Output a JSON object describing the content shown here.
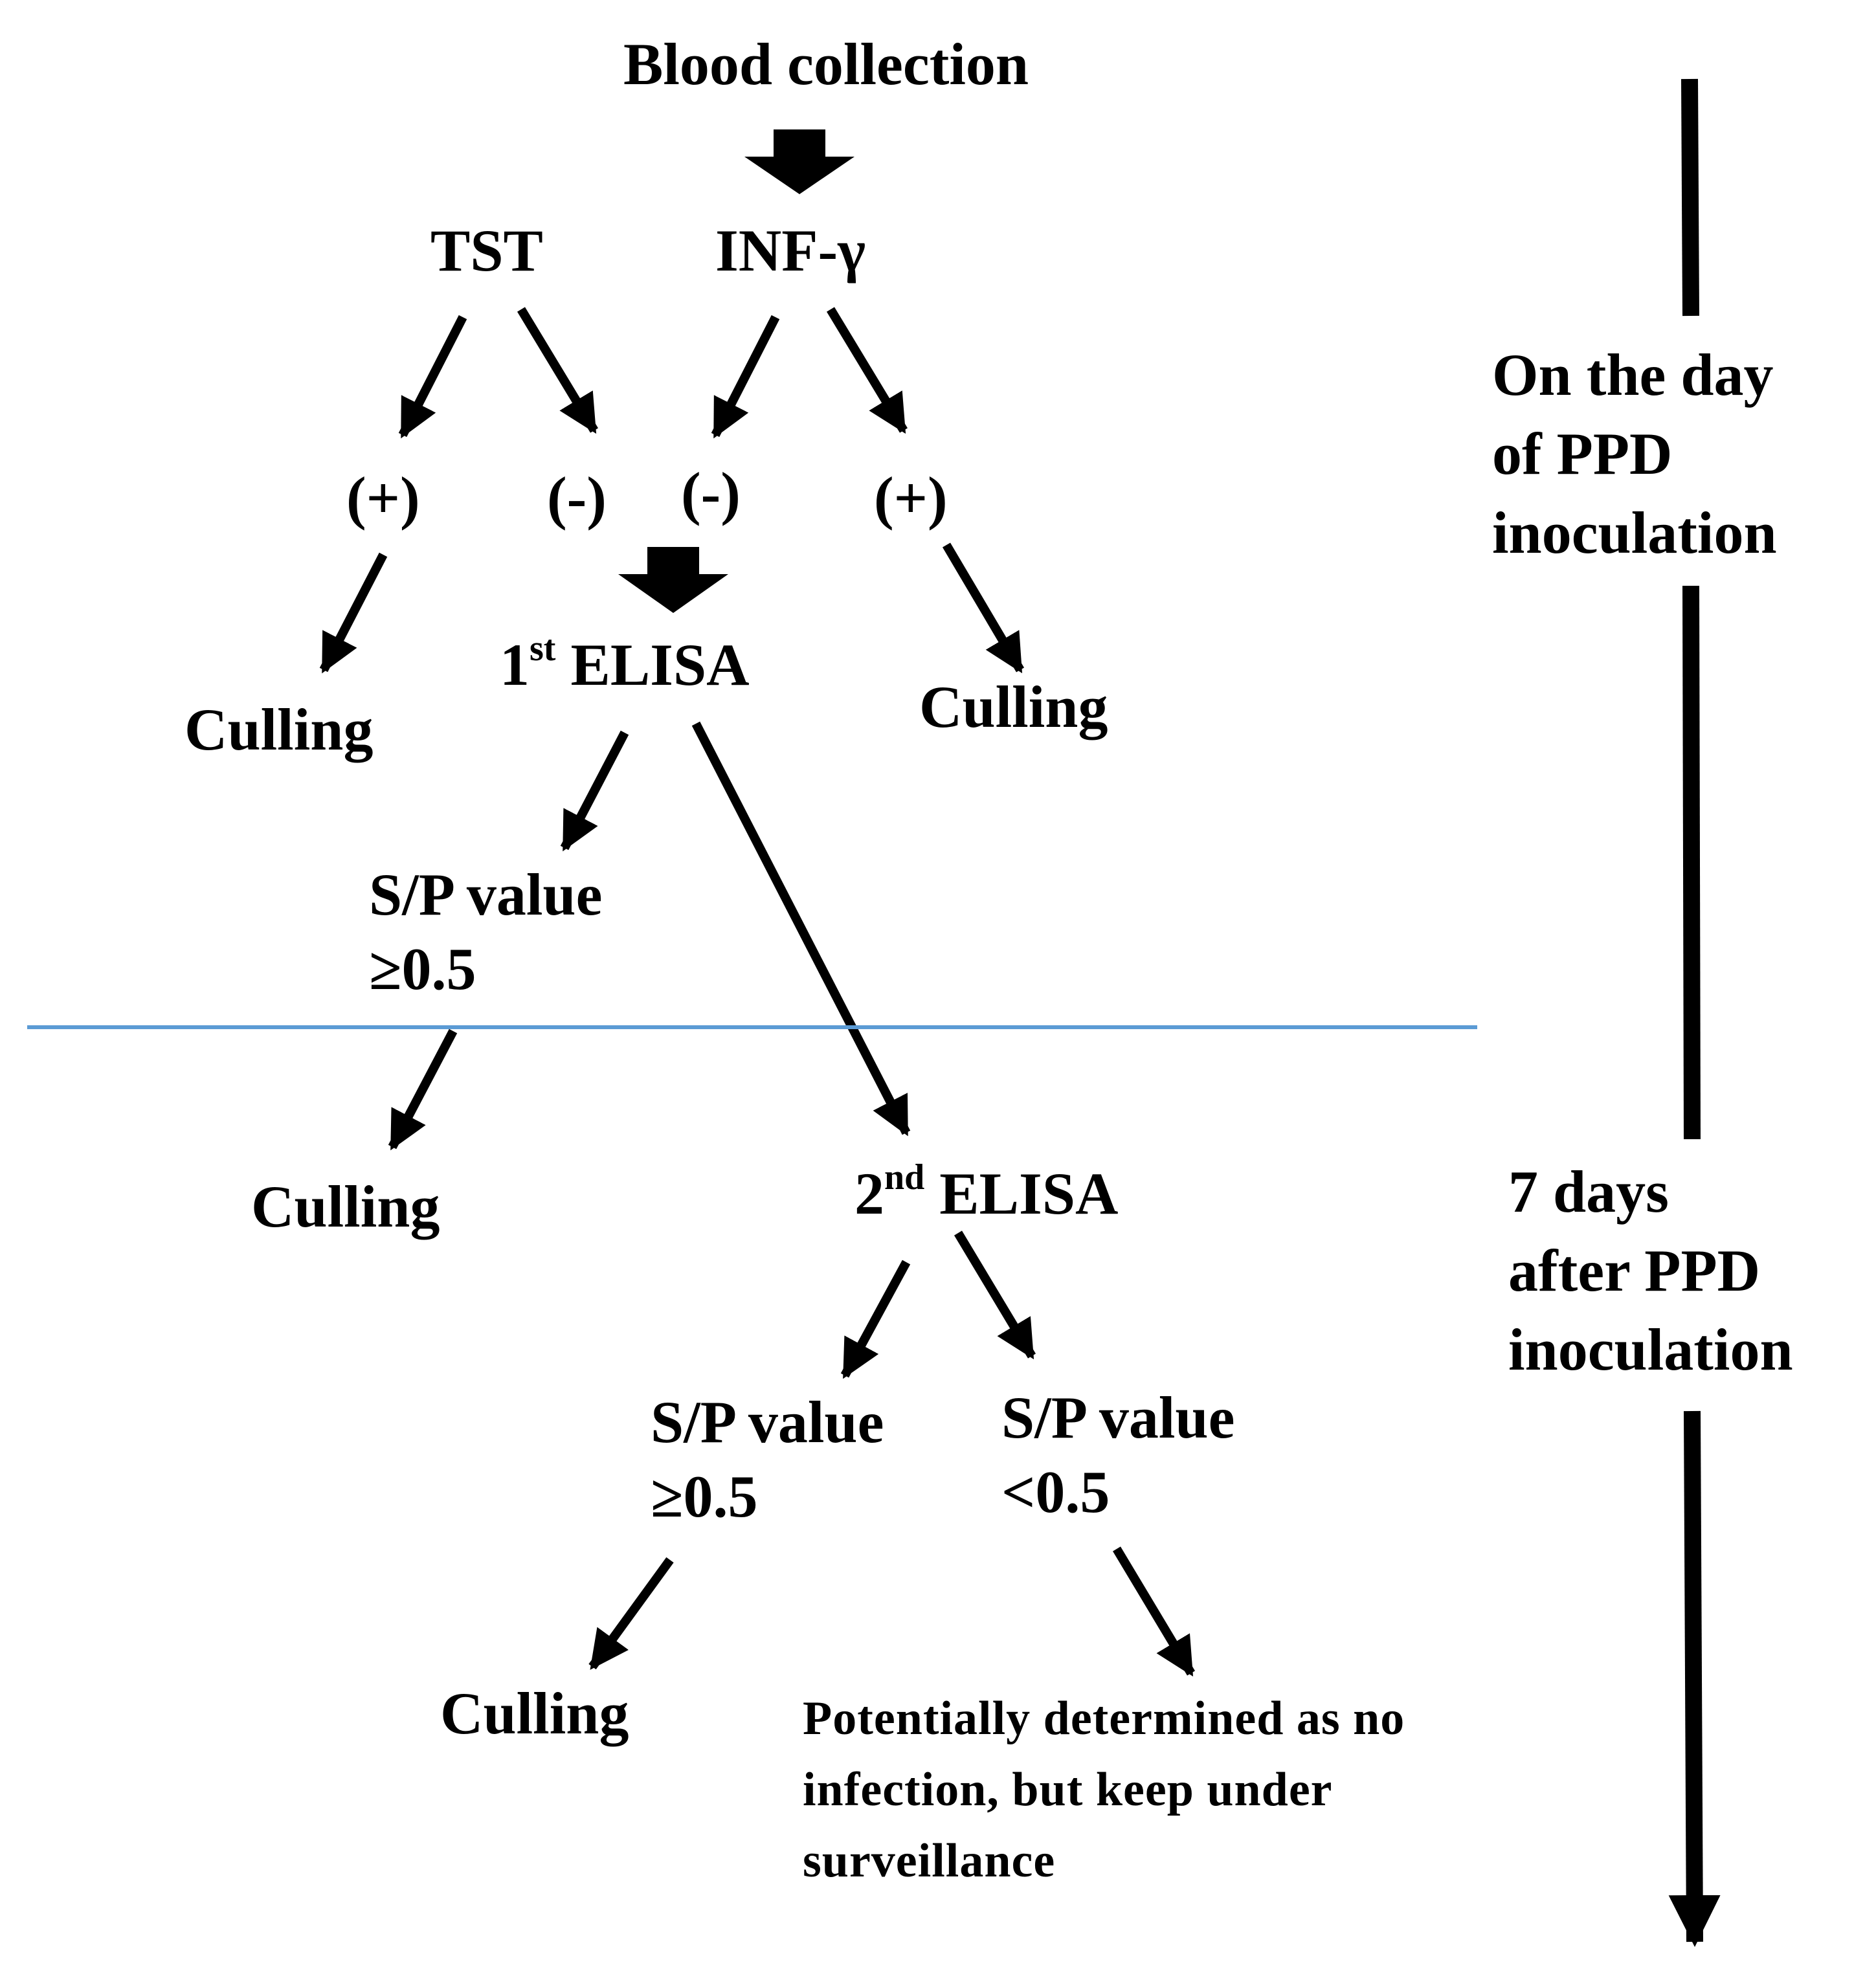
{
  "nodes": {
    "blood_collection": "Blood collection",
    "tst": "TST",
    "inf_gamma": "INF-γ",
    "tst_positive": "(+)",
    "tst_negative": "(-)",
    "inf_negative": "(-)",
    "inf_positive": "(+)",
    "culling_tst": "Culling",
    "culling_inf": "Culling",
    "first_elisa": {
      "number": "1",
      "ordinal": "st",
      "label": " ELISA"
    },
    "sp_high_1_line1": "S/P value",
    "sp_high_1_line2": "≥0.5",
    "culling_elisa1": "Culling",
    "second_elisa": {
      "number": "2",
      "ordinal": "nd",
      "label": " ELISA"
    },
    "sp_high_2_line1": "S/P value",
    "sp_high_2_line2": "≥0.5",
    "sp_low_2_line1": "S/P value",
    "sp_low_2_line2": "<0.5",
    "culling_elisa2": "Culling",
    "outcome_line1": "Potentially determined as no",
    "outcome_line2": "infection, but keep under",
    "outcome_line3": "surveillance"
  },
  "timeline": {
    "phase1_line1": "On the day",
    "phase1_line2": "of PPD",
    "phase1_line3": "inoculation",
    "phase2_line1": "7 days",
    "phase2_line2": "after PPD",
    "phase2_line3": "inoculation"
  },
  "colors": {
    "ink": "#000000",
    "divider": "#5b9bd5",
    "background": "#ffffff"
  }
}
